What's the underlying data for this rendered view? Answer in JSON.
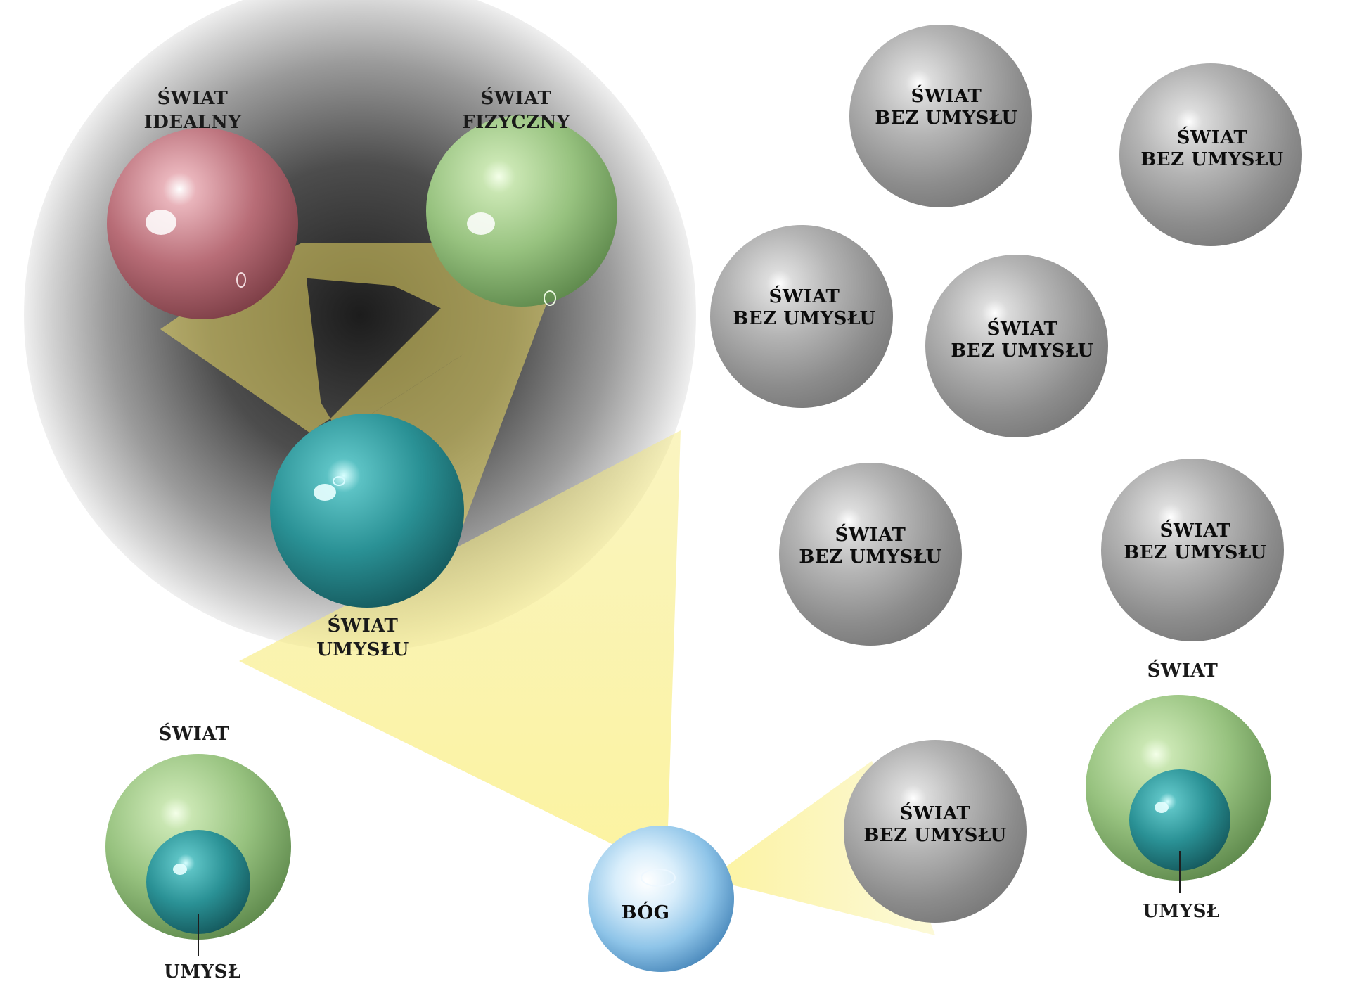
{
  "diagram": {
    "big_sphere": {
      "ideal_world": {
        "line1": "ŚWIAT",
        "line2": "IDEALNY"
      },
      "physical_world": {
        "line1": "ŚWIAT",
        "line2": "FIZYCZNY"
      },
      "mind_world": {
        "line1": "ŚWIAT",
        "line2": "UMYSŁU"
      }
    },
    "mindless_worlds": [
      {
        "line1": "ŚWIAT",
        "line2": "BEZ UMYSŁU"
      },
      {
        "line1": "ŚWIAT",
        "line2": "BEZ UMYSŁU"
      },
      {
        "line1": "ŚWIAT",
        "line2": "BEZ UMYSŁU"
      },
      {
        "line1": "ŚWIAT",
        "line2": "BEZ UMYSŁU"
      },
      {
        "line1": "ŚWIAT",
        "line2": "BEZ UMYSŁU"
      },
      {
        "line1": "ŚWIAT",
        "line2": "BEZ UMYSŁU"
      },
      {
        "line1": "ŚWIAT",
        "line2": "BEZ UMYSŁU"
      }
    ],
    "god": {
      "label": "BÓG"
    },
    "world_with_mind_left": {
      "world_label": "ŚWIAT",
      "mind_label": "UMYSŁ"
    },
    "world_with_mind_right": {
      "world_label": "ŚWIAT",
      "mind_label": "UMYSŁ"
    }
  },
  "colors": {
    "beam": "#f6ec7a",
    "gray_sphere": "#8e8e8e",
    "ideal": "#c9858f",
    "physical": "#9fc98a",
    "mind": "#2e9fa3",
    "god": "#9ccbe6"
  }
}
